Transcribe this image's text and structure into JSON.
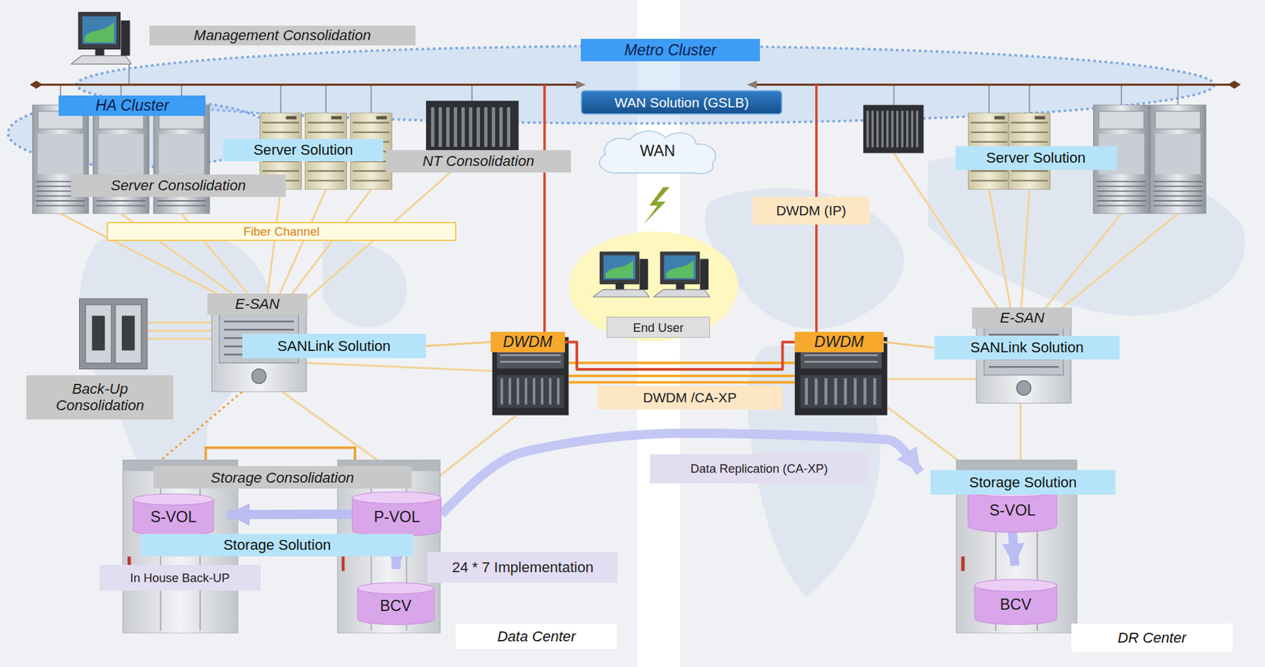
{
  "diagram": {
    "nodes": [
      {
        "text": [
          "Management Consolidation"
        ]
      },
      {
        "text": [
          "Metro Cluster"
        ]
      },
      {
        "text": [
          "HA Cluster"
        ]
      },
      {
        "text": [
          "WAN Solution (GSLB)"
        ]
      },
      {
        "text": [
          "WAN"
        ]
      },
      {
        "text": [
          "Server Solution"
        ]
      },
      {
        "text": [
          "NT Consolidation"
        ]
      },
      {
        "text": [
          "Server Consolidation"
        ]
      },
      {
        "text": [
          "Fiber Channel"
        ]
      },
      {
        "text": [
          "Server Solution"
        ]
      },
      {
        "text": [
          "DWDM (IP)"
        ]
      },
      {
        "text": [
          "End User"
        ]
      },
      {
        "text": [
          "E-SAN"
        ]
      },
      {
        "text": [
          "SANLink Solution"
        ]
      },
      {
        "text": [
          "Back-Up Consolidation"
        ]
      },
      {
        "text": [
          "DWDM"
        ]
      },
      {
        "text": [
          "DWDM"
        ]
      },
      {
        "text": [
          "DWDM /CA-XP"
        ]
      },
      {
        "text": [
          "E-SAN"
        ]
      },
      {
        "text": [
          "SANLink Solution"
        ]
      },
      {
        "text": [
          "Storage Consolidation"
        ]
      },
      {
        "text": [
          "S-VOL"
        ]
      },
      {
        "text": [
          "P-VOL"
        ]
      },
      {
        "text": [
          "Storage Solution"
        ]
      },
      {
        "text": [
          "In House Back-UP"
        ]
      },
      {
        "text": [
          "24 * 7 Implementation"
        ]
      },
      {
        "text": [
          "BCV"
        ]
      },
      {
        "text": [
          "Data Center"
        ]
      },
      {
        "text": [
          "Data Replication (CA-XP)"
        ]
      },
      {
        "text": [
          "Storage Solution"
        ]
      },
      {
        "text": [
          "S-VOL"
        ]
      },
      {
        "text": [
          "BCV"
        ]
      },
      {
        "text": [
          "DR Center"
        ]
      }
    ],
    "edges": [
      {
        "from": 13,
        "to": 15,
        "arrow": "none"
      },
      {
        "from": 15,
        "to": 16,
        "arrow": "none"
      },
      {
        "from": 16,
        "to": 19,
        "arrow": "none"
      },
      {
        "from": 22,
        "to": 21,
        "arrow": "to"
      },
      {
        "from": 22,
        "to": 26,
        "arrow": "to"
      },
      {
        "from": 22,
        "to": 29,
        "arrow": "to"
      },
      {
        "from": 30,
        "to": 31,
        "arrow": "to"
      }
    ]
  }
}
